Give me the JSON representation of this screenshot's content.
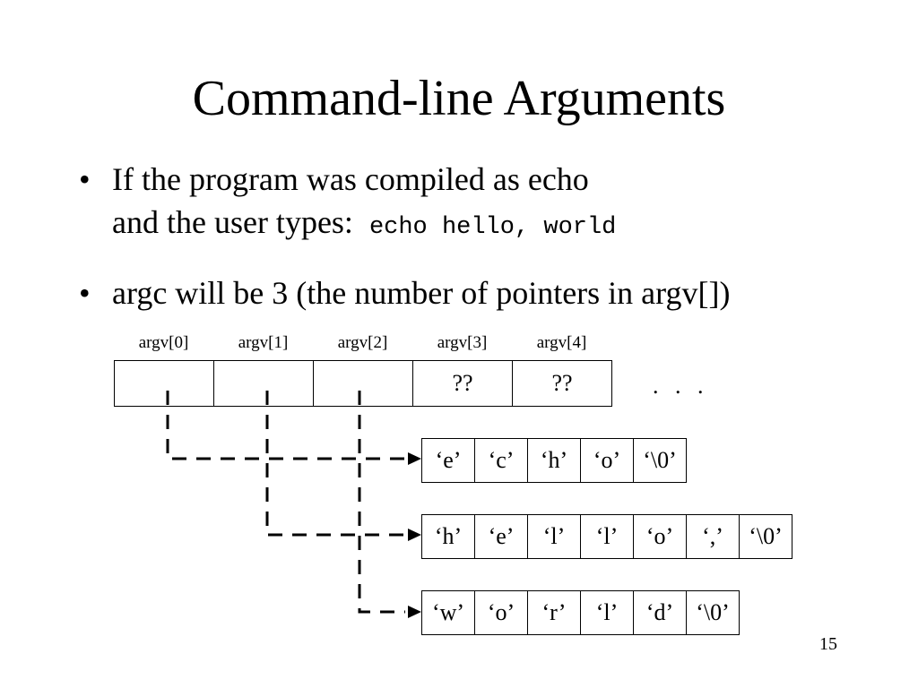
{
  "slide": {
    "title": "Command-line Arguments",
    "bullets": [
      {
        "line1": "If the program was compiled as echo",
        "line2": "and the user types:",
        "code": "echo hello, world"
      },
      {
        "text": "argc will be 3 (the number of pointers in argv[])"
      }
    ],
    "page_number": "15"
  },
  "diagram": {
    "argv_labels": [
      "argv[0]",
      "argv[1]",
      "argv[2]",
      "argv[3]",
      "argv[4]"
    ],
    "argv_cells": [
      "",
      "",
      "",
      "??",
      "??"
    ],
    "ellipsis": ". . .",
    "strings": [
      [
        "‘e’",
        "‘c’",
        "‘h’",
        "‘o’",
        "‘\\0’"
      ],
      [
        "‘h’",
        "‘e’",
        "‘l’",
        "‘l’",
        "‘o’",
        "‘,’",
        "‘\\0’"
      ],
      [
        "‘w’",
        "‘o’",
        "‘r’",
        "‘l’",
        "‘d’",
        "‘\\0’"
      ]
    ]
  }
}
